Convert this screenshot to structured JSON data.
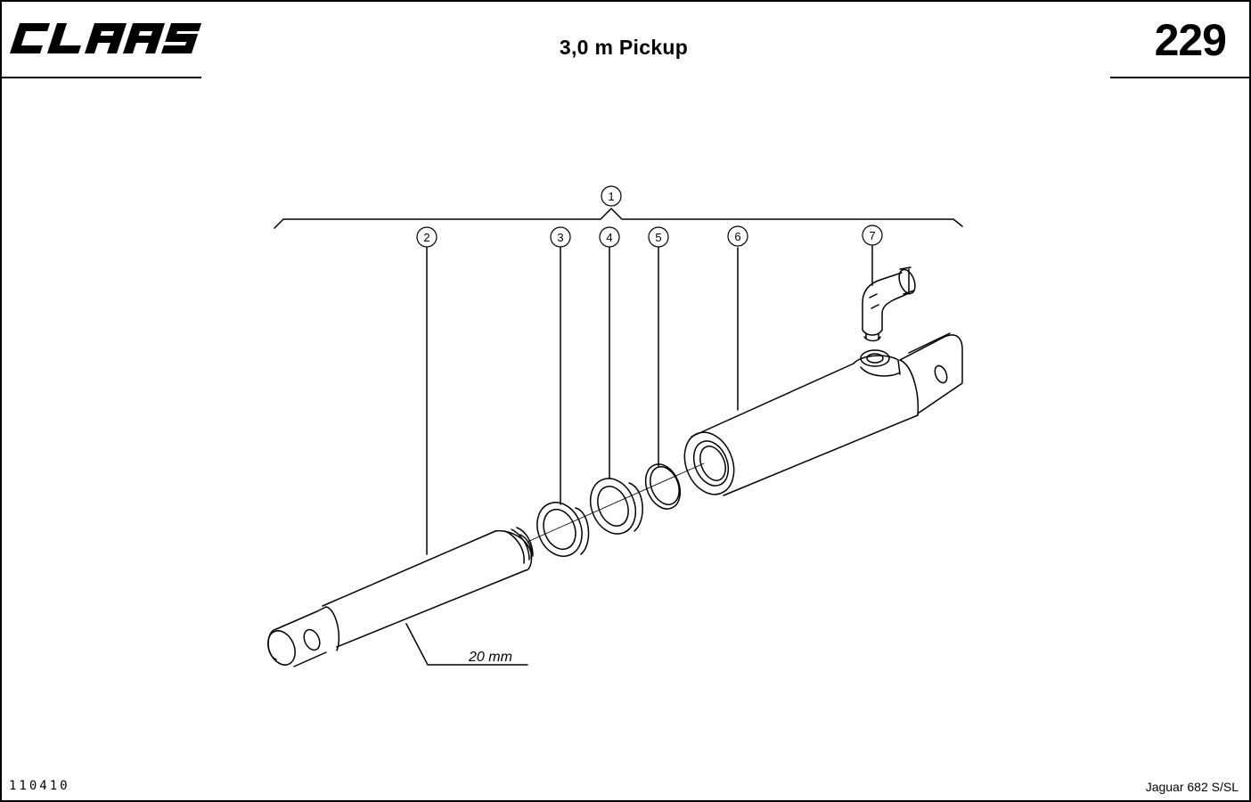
{
  "header": {
    "brand": "CLAAS",
    "title": "3,0 m Pickup",
    "page_number": "229"
  },
  "footer": {
    "drawing_number": "110410",
    "model": "Jaguar 682 S/SL"
  },
  "callouts": {
    "assembly": "1",
    "part_2": "2",
    "part_3": "3",
    "part_4": "4",
    "part_5": "5",
    "part_6": "6",
    "part_7": "7"
  },
  "dimension": {
    "rod_diameter": "20 mm"
  }
}
